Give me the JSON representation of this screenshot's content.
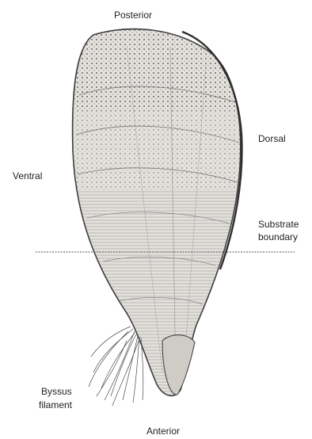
{
  "labels": {
    "posterior": "Posterior",
    "dorsal": "Dorsal",
    "ventral": "Ventral",
    "substrate_line1": "Substrate",
    "substrate_line2": "boundary",
    "byssus_line1": "Byssus",
    "byssus_line2": "filament",
    "anterior": "Anterior"
  },
  "colors": {
    "shell_fill": "#d9d6d0",
    "shell_outline": "#3a3a3a",
    "texture": "#5a5a5a",
    "boundary_line": "#555555",
    "byssus": "#4a4a4a"
  }
}
